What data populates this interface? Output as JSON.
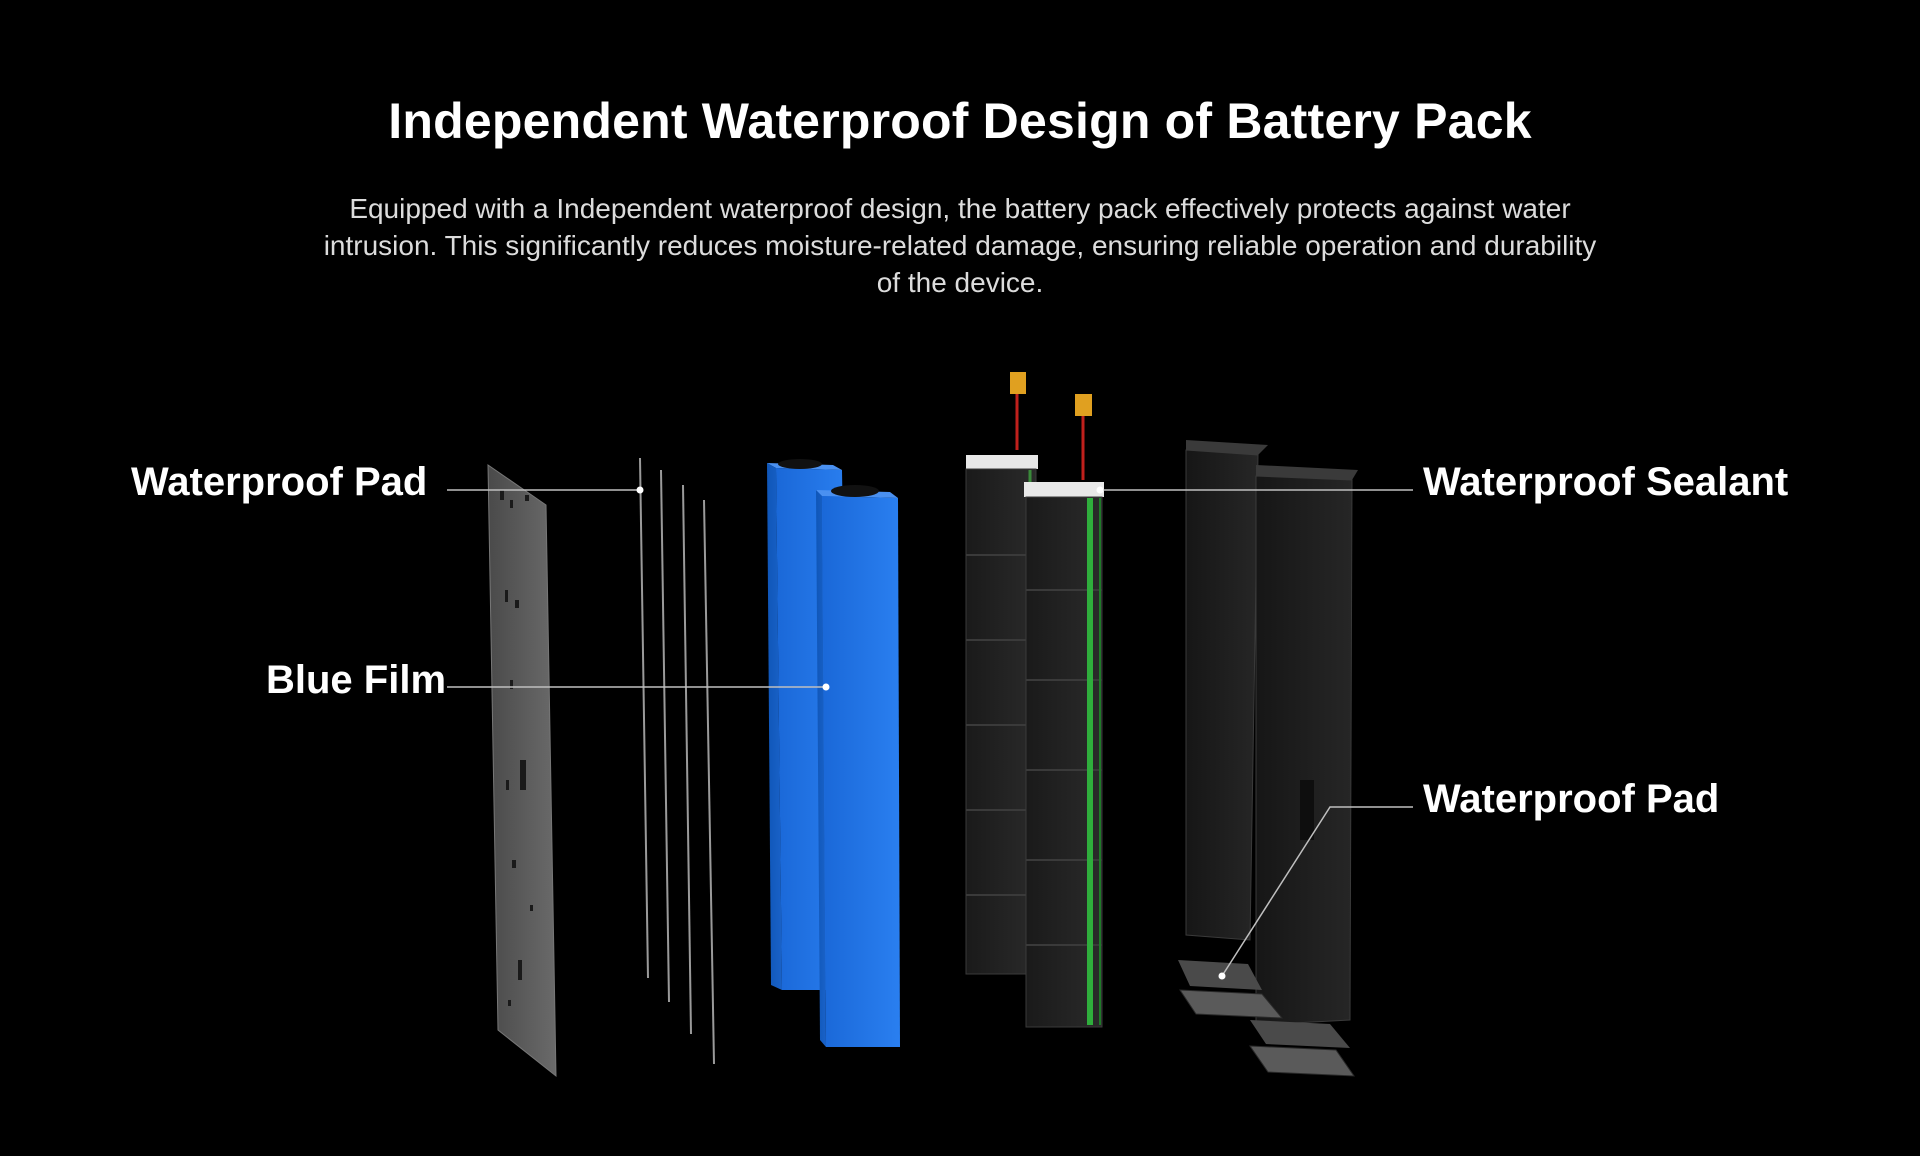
{
  "header": {
    "title": "Independent Waterproof Design of Battery Pack",
    "description": "Equipped with a Independent waterproof design, the battery pack effectively protects against water intrusion. This significantly reduces moisture-related damage, ensuring reliable operation and durability of the device."
  },
  "callouts": {
    "left_top": "Waterproof Pad",
    "left_middle": "Blue Film",
    "right_top": "Waterproof Sealant",
    "right_bottom": "Waterproof Pad"
  },
  "colors": {
    "background": "#000000",
    "blue_film": "#1e6fe0",
    "sealant_green": "#2fae3c",
    "connector": "#e0a020",
    "wire": "#c0201c",
    "pad_gray": "#5a5a5a"
  }
}
